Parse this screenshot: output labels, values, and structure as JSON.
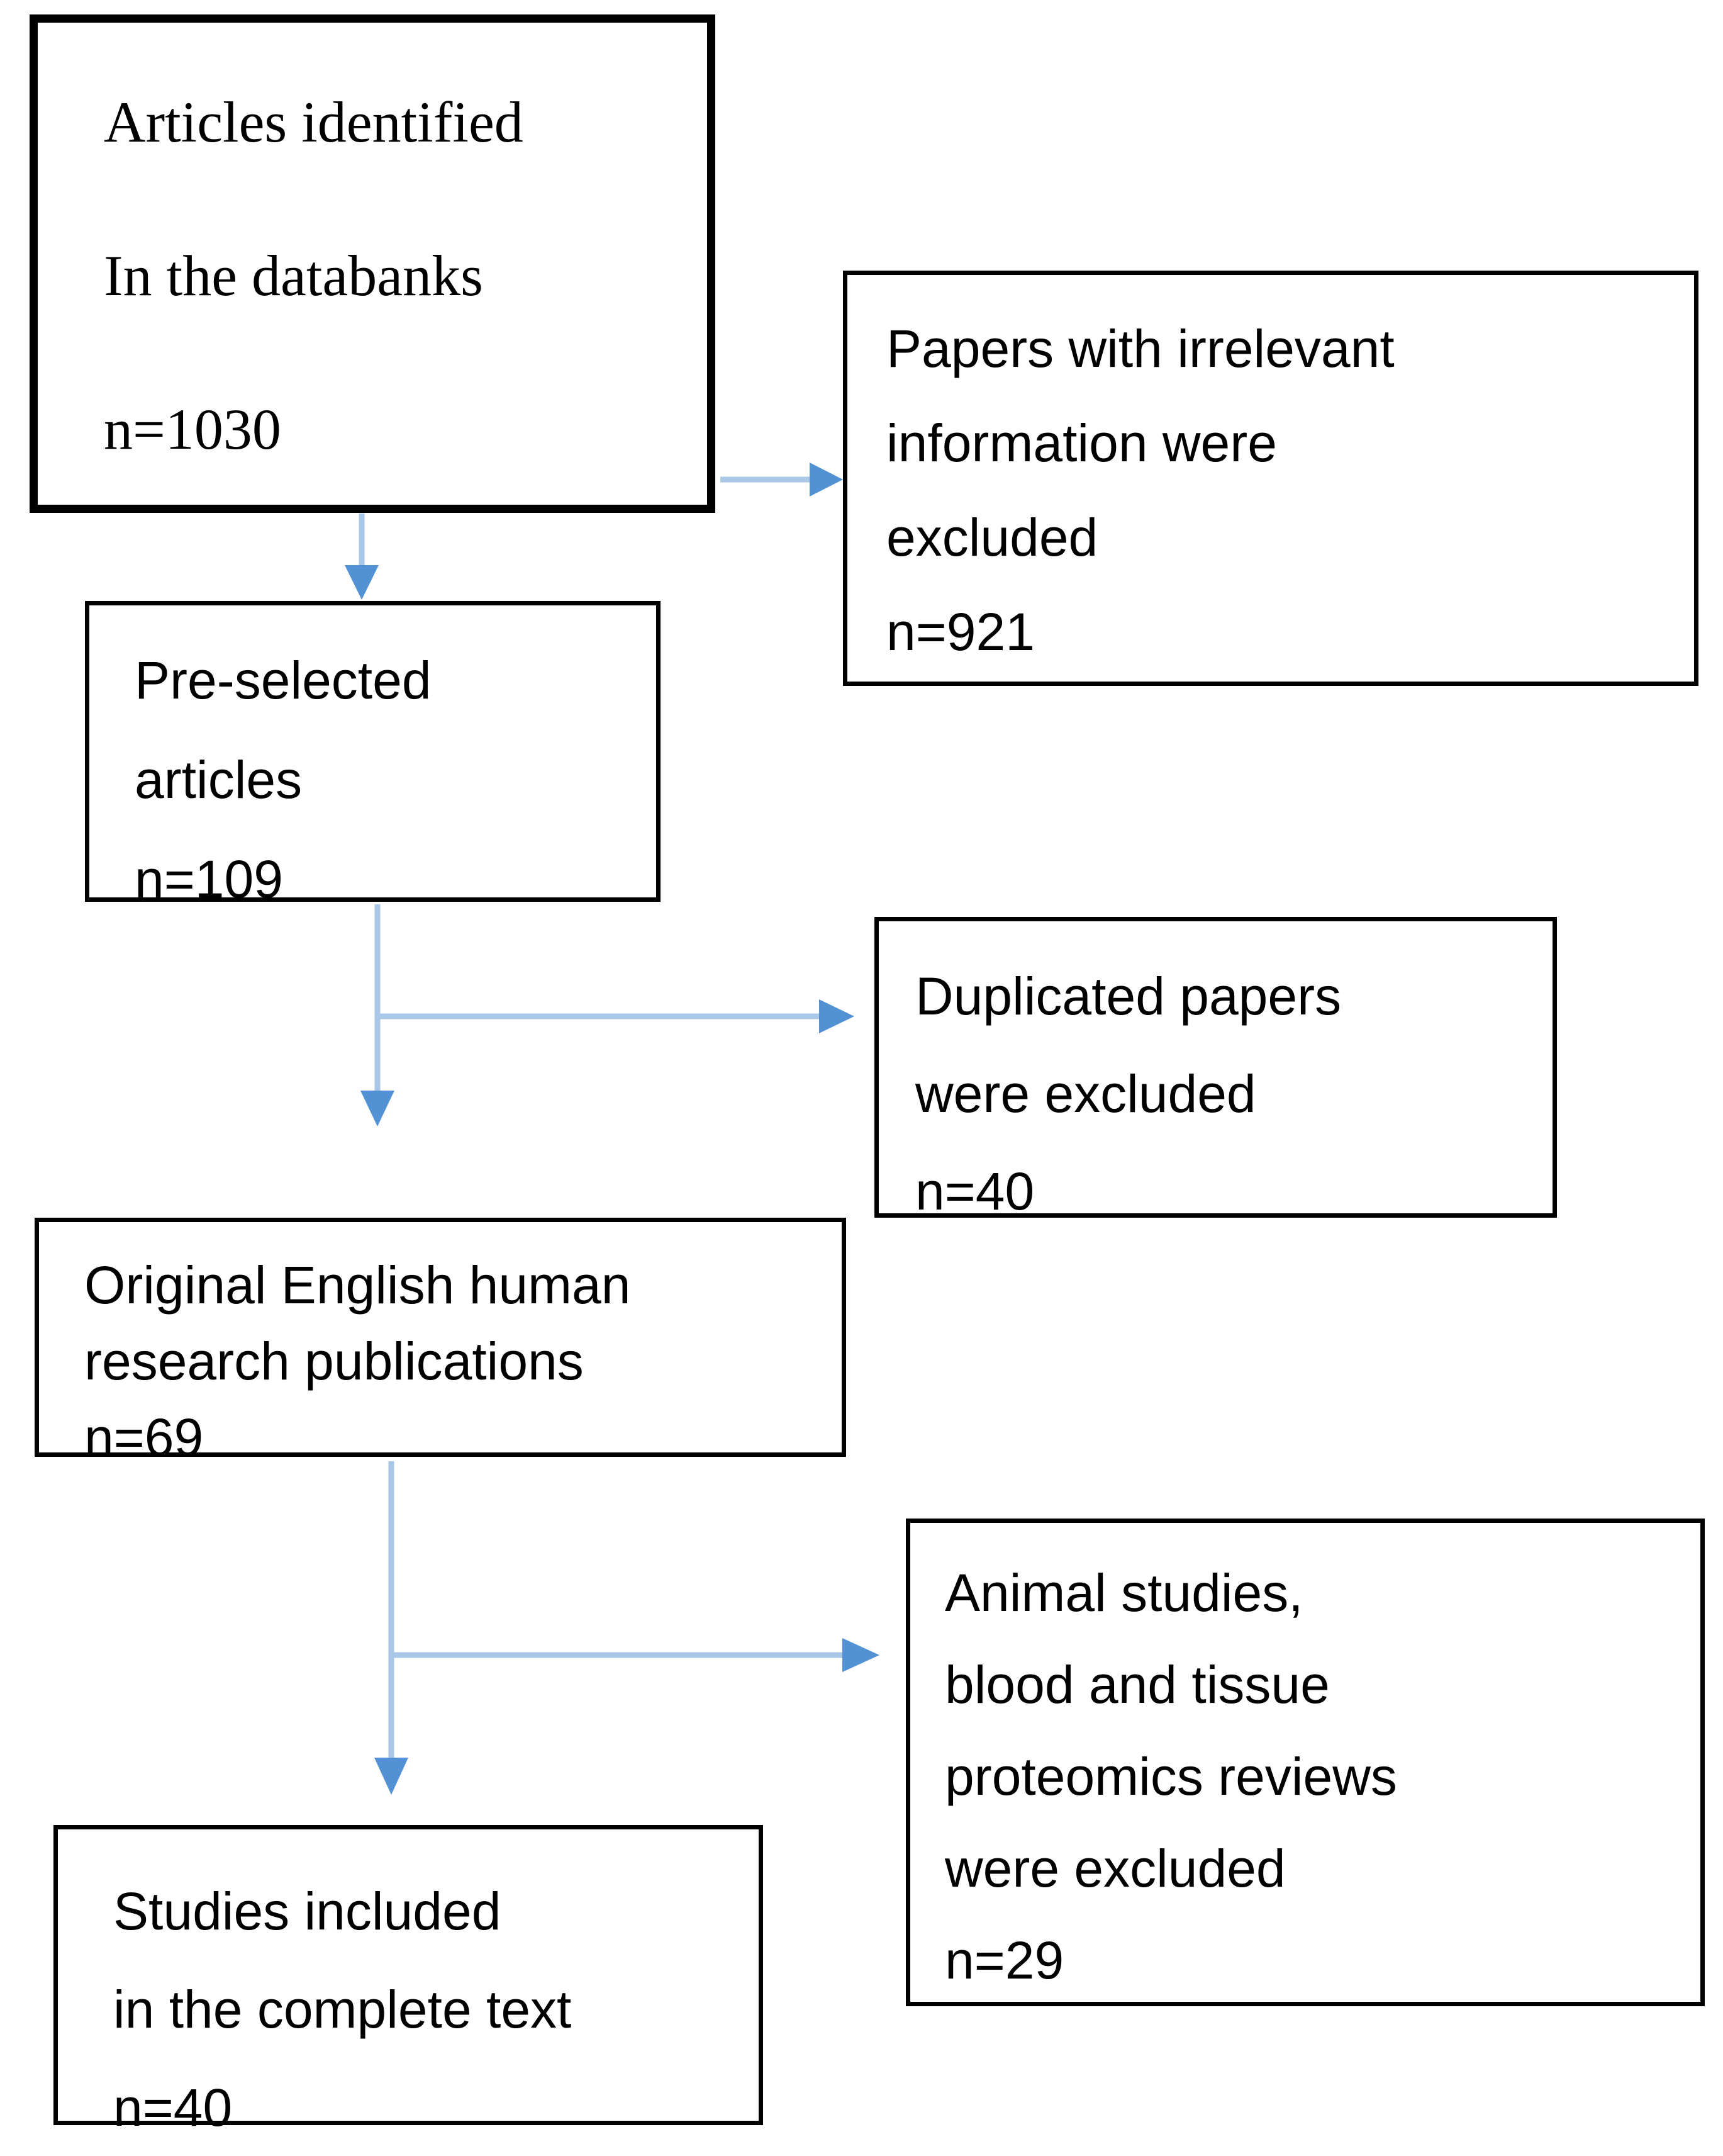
{
  "diagram": {
    "title": "Study selection flowchart",
    "colors": {
      "background": "#ffffff",
      "text": "#000000",
      "box_border": "#000000",
      "arrow_line": "#a9c7e6",
      "arrow_head": "#5191d4"
    },
    "boxes": [
      {
        "id": "identified",
        "lines": [
          "Articles identified",
          "In the databanks",
          "n=1030"
        ],
        "count": 1030
      },
      {
        "id": "irrelevant-excluded",
        "lines": [
          "Papers with irrelevant",
          "information were",
          "excluded",
          "n=921"
        ],
        "count": 921
      },
      {
        "id": "preselected",
        "lines": [
          "Pre-selected",
          "articles",
          "n=109"
        ],
        "count": 109
      },
      {
        "id": "duplicated-excluded",
        "lines": [
          "Duplicated papers",
          "were excluded",
          "n=40"
        ],
        "count": 40
      },
      {
        "id": "original-english",
        "lines": [
          "Original English human",
          "research publications",
          "n=69"
        ],
        "count": 69
      },
      {
        "id": "animal-excluded",
        "lines": [
          "Animal studies,",
          "blood and tissue",
          "proteomics reviews",
          "were excluded",
          "n=29"
        ],
        "count": 29
      },
      {
        "id": "included",
        "lines": [
          "Studies included",
          "in the complete text",
          "n=40"
        ],
        "count": 40
      }
    ],
    "connections": [
      {
        "from": "identified",
        "to": "preselected",
        "type": "down-arrow"
      },
      {
        "from": "identified",
        "to": "irrelevant-excluded",
        "type": "right-arrow"
      },
      {
        "from": "preselected",
        "to": "original-english",
        "type": "down-arrow"
      },
      {
        "from": "preselected",
        "to": "duplicated-excluded",
        "type": "right-arrow"
      },
      {
        "from": "original-english",
        "to": "included",
        "type": "down-arrow"
      },
      {
        "from": "original-english",
        "to": "animal-excluded",
        "type": "right-arrow"
      }
    ]
  }
}
